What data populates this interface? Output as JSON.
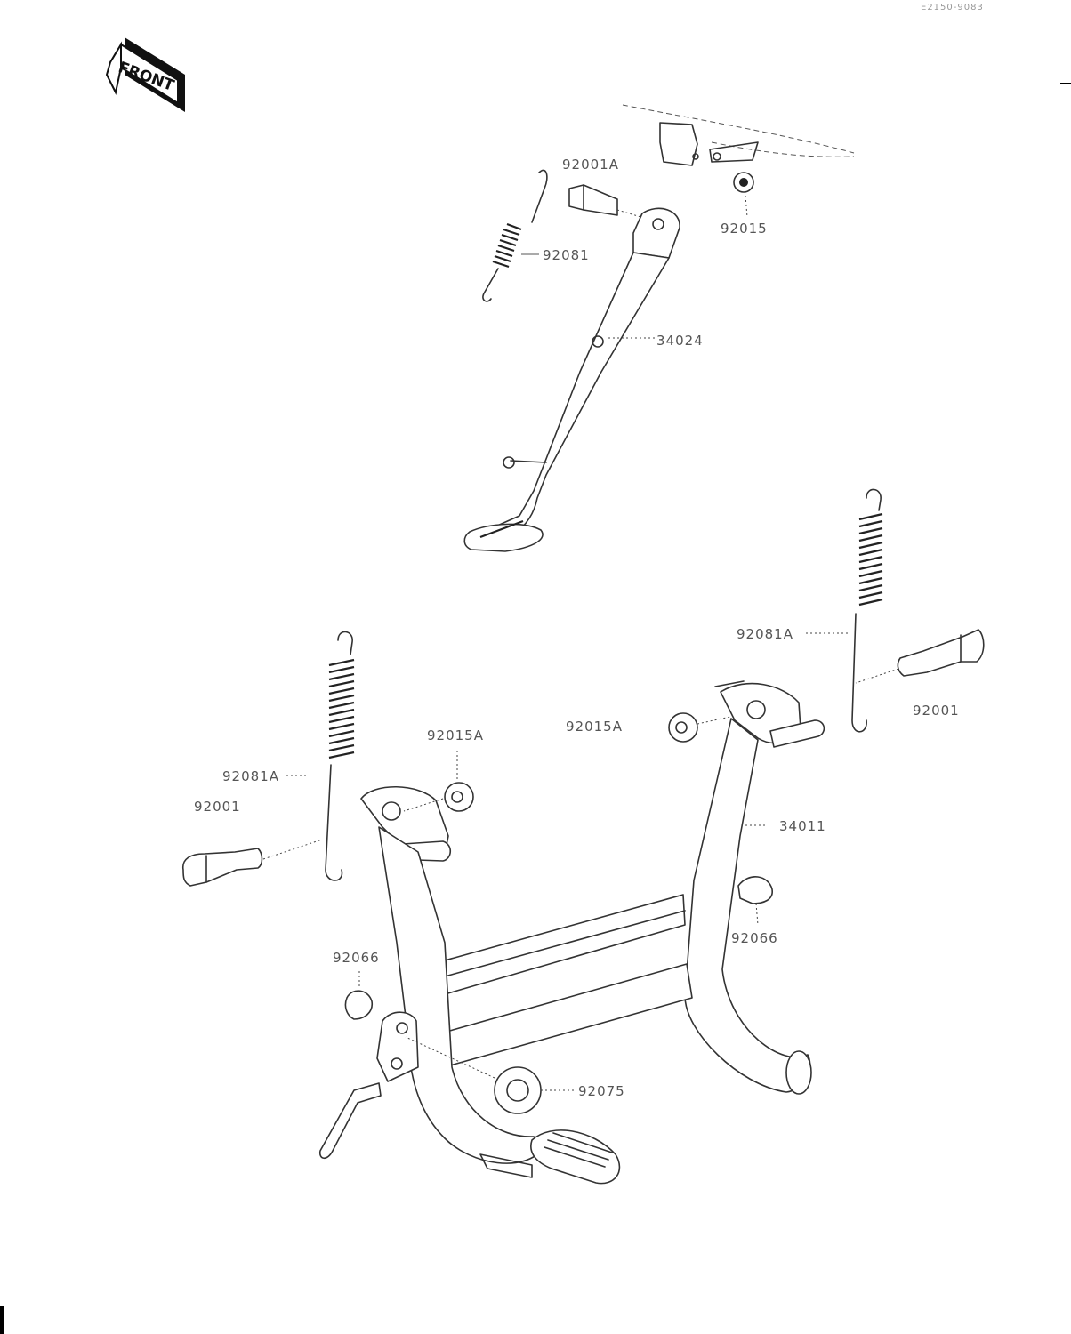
{
  "ref_code": "E2150-9083",
  "front_badge": {
    "label": "FRONT"
  },
  "parts": {
    "bolt_side_stand": "92001A",
    "nut_side": "92015",
    "spring_side": "92081",
    "side_stand": "34024",
    "spring_right": "92081A",
    "bolt_right": "92001",
    "nut_right": "92015A",
    "nut_left": "92015A",
    "spring_left": "92081A",
    "bolt_left": "92001",
    "center_stand": "34011",
    "stopper_right": "92066",
    "stopper_left": "92066",
    "collar": "92075"
  }
}
